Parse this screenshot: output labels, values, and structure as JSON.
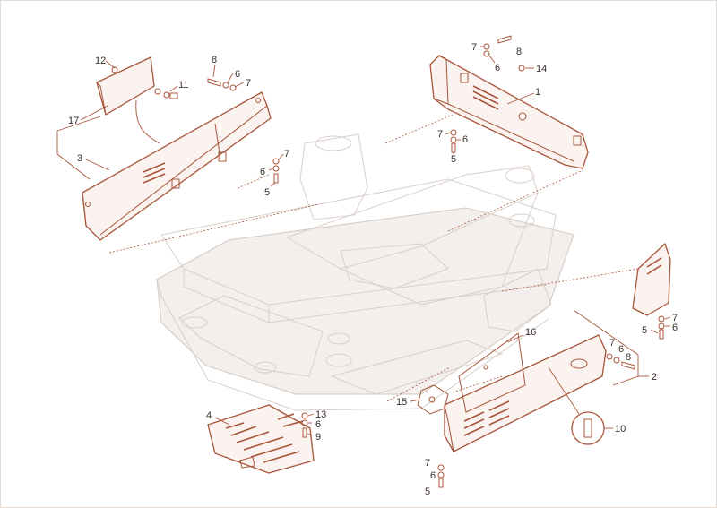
{
  "diagram": {
    "colors": {
      "line": "#a8553a",
      "ghost": "#d9cfc9",
      "text": "#3a2e2a",
      "background": "#ffffff"
    },
    "callouts": [
      {
        "id": "c12a",
        "label": "12"
      },
      {
        "id": "c11",
        "label": "11"
      },
      {
        "id": "c17",
        "label": "17"
      },
      {
        "id": "c3",
        "label": "3"
      },
      {
        "id": "c8a",
        "label": "8"
      },
      {
        "id": "c6a",
        "label": "6"
      },
      {
        "id": "c7a",
        "label": "7"
      },
      {
        "id": "c7b",
        "label": "7"
      },
      {
        "id": "c6b",
        "label": "6"
      },
      {
        "id": "c5a",
        "label": "5"
      },
      {
        "id": "c7c",
        "label": "7"
      },
      {
        "id": "c8b",
        "label": "8"
      },
      {
        "id": "c6c",
        "label": "6"
      },
      {
        "id": "c14",
        "label": "14"
      },
      {
        "id": "c1",
        "label": "1"
      },
      {
        "id": "c7d",
        "label": "7"
      },
      {
        "id": "c6d",
        "label": "6"
      },
      {
        "id": "c5b",
        "label": "5"
      },
      {
        "id": "c7e",
        "label": "7"
      },
      {
        "id": "c5c",
        "label": "5"
      },
      {
        "id": "c6e",
        "label": "6"
      },
      {
        "id": "c7f",
        "label": "7"
      },
      {
        "id": "c6f",
        "label": "6"
      },
      {
        "id": "c8c",
        "label": "8"
      },
      {
        "id": "c2",
        "label": "2"
      },
      {
        "id": "c16",
        "label": "16"
      },
      {
        "id": "c15",
        "label": "15"
      },
      {
        "id": "c10",
        "label": "10"
      },
      {
        "id": "c4",
        "label": "4"
      },
      {
        "id": "c13",
        "label": "13"
      },
      {
        "id": "c6g",
        "label": "6"
      },
      {
        "id": "c9",
        "label": "9"
      },
      {
        "id": "c7g",
        "label": "7"
      },
      {
        "id": "c6h",
        "label": "6"
      },
      {
        "id": "c5d",
        "label": "5"
      }
    ]
  }
}
